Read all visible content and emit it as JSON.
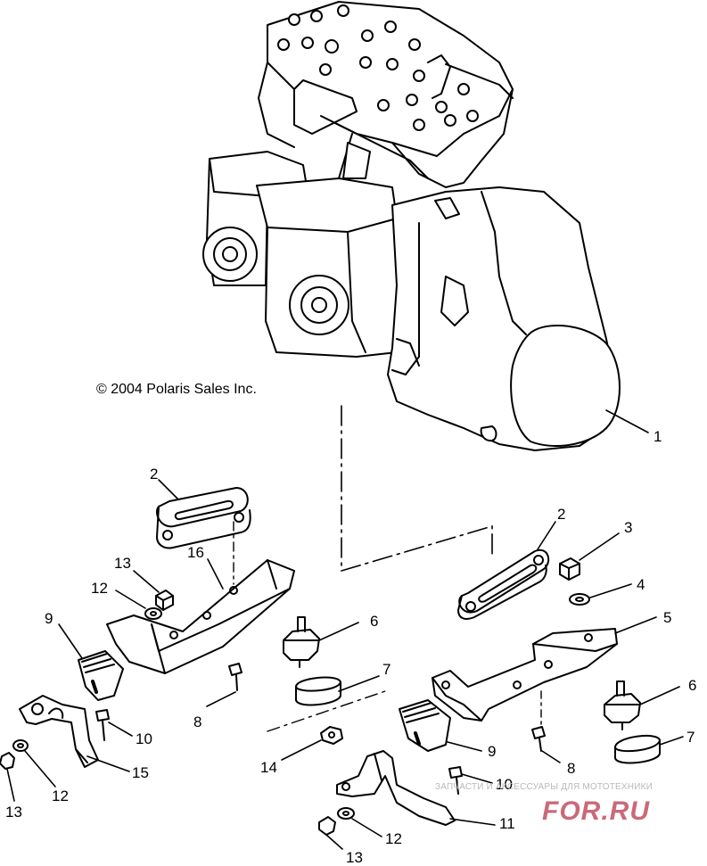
{
  "copyright": "© 2004 Polaris Sales Inc.",
  "watermark": {
    "line1": "ЗАПЧАСТИ И АКСЕССУАРЫ ДЛЯ МОТОТЕХНИКИ",
    "line2": "FOR.RU",
    "color": "#c96a78"
  },
  "callouts": {
    "c1": "1",
    "c2a": "2",
    "c2b": "2",
    "c3": "3",
    "c4": "4",
    "c5": "5",
    "c6a": "6",
    "c6b": "6",
    "c7a": "7",
    "c7b": "7",
    "c8a": "8",
    "c8b": "8",
    "c9a": "9",
    "c9b": "9",
    "c10a": "10",
    "c10b": "10",
    "c11": "11",
    "c12a": "12",
    "c12b": "12",
    "c12c": "12",
    "c13a": "13",
    "c13b": "13",
    "c13c": "13",
    "c14": "14",
    "c15": "15",
    "c16": "16"
  }
}
